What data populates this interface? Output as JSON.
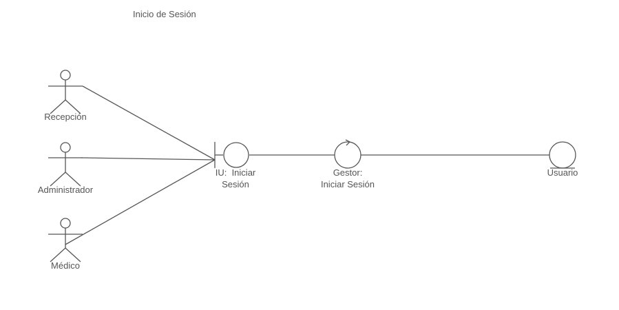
{
  "diagram": {
    "title": "Inicio de Sesión",
    "actors": [
      {
        "label": "Recepción"
      },
      {
        "label": "Administrador"
      },
      {
        "label": "Médico"
      }
    ],
    "boundary": {
      "label_line1": "IU:  Iniciar",
      "label_line2": "Sesión"
    },
    "control": {
      "label_line1": "Gestor:",
      "label_line2": "Iniciar Sesión"
    },
    "entity": {
      "label": "Usuario"
    }
  }
}
